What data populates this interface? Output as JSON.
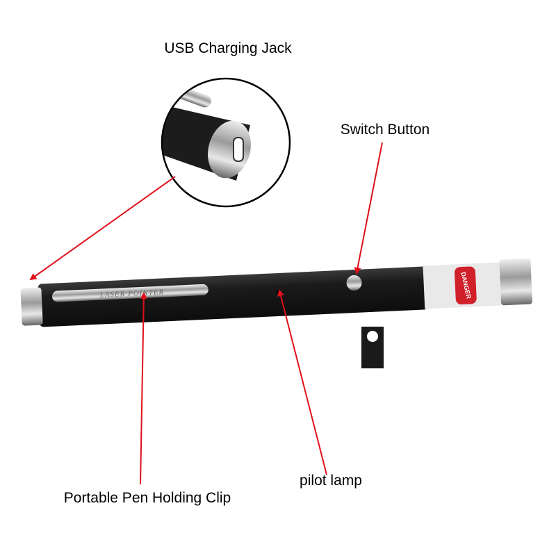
{
  "labels": {
    "usb": "USB Charging Jack",
    "switch": "Switch Button",
    "lamp": "pilot lamp",
    "clip": "Portable Pen Holding Clip"
  },
  "product": {
    "clip_engraving": "LASER POINTER",
    "warning_label": "DANGER"
  },
  "colors": {
    "arrow": "#e0101a",
    "pen_body": "#1d1d1d",
    "metal": "#c8c8c8"
  }
}
